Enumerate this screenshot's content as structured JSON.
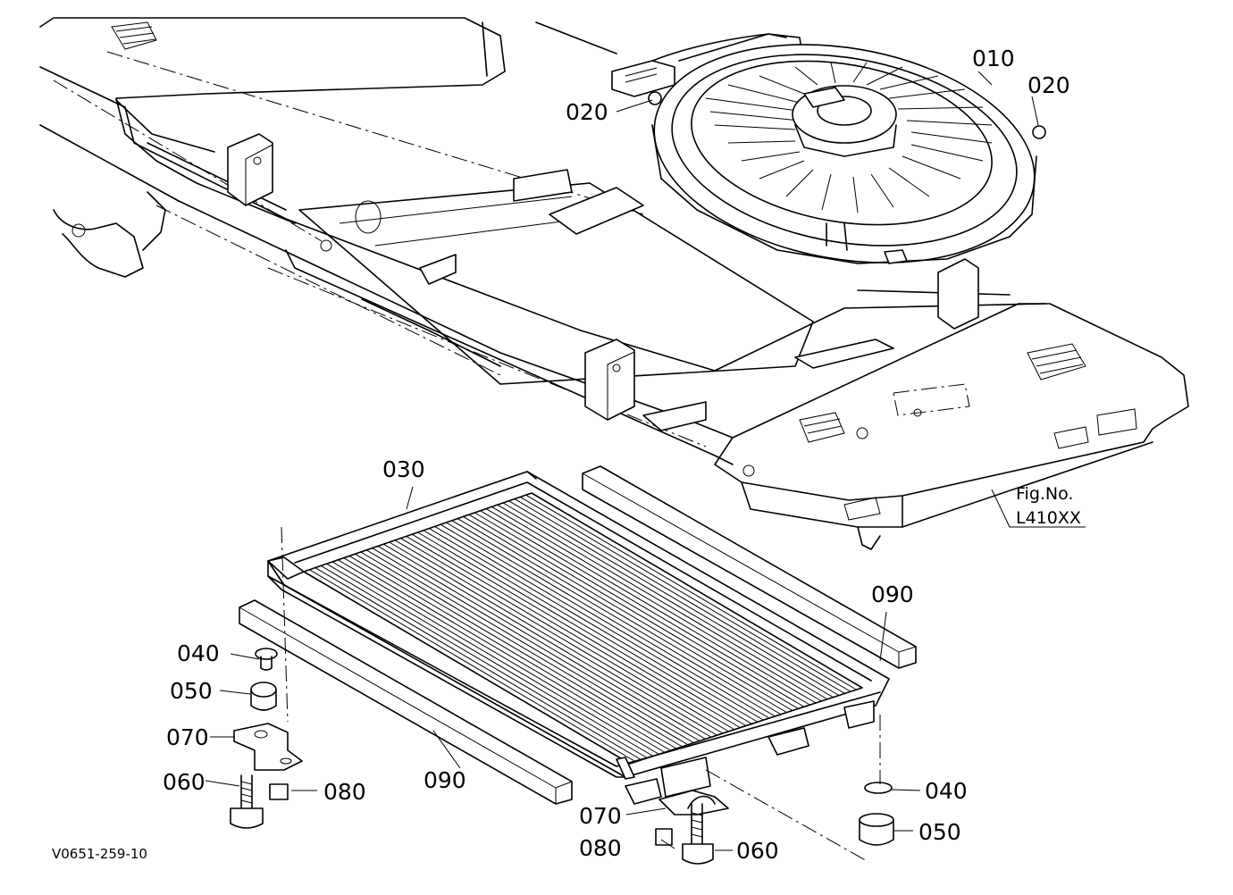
{
  "figure": {
    "fig_label": "Fig.No.",
    "fig_number": "L410XX",
    "drawing_code": "V0651-259-10"
  },
  "callouts": {
    "fan": "010",
    "nut_left": "020",
    "nut_right": "020",
    "condenser": "030",
    "collar_left": "040",
    "collar_right": "040",
    "grommet_left": "050",
    "grommet_right": "050",
    "bolt_left": "060",
    "bolt_right": "060",
    "bracket_left": "070",
    "bracket_right": "070",
    "nut_small_left": "080",
    "nut_small_right": "080",
    "seal_front": "090",
    "seal_rear": "090"
  }
}
